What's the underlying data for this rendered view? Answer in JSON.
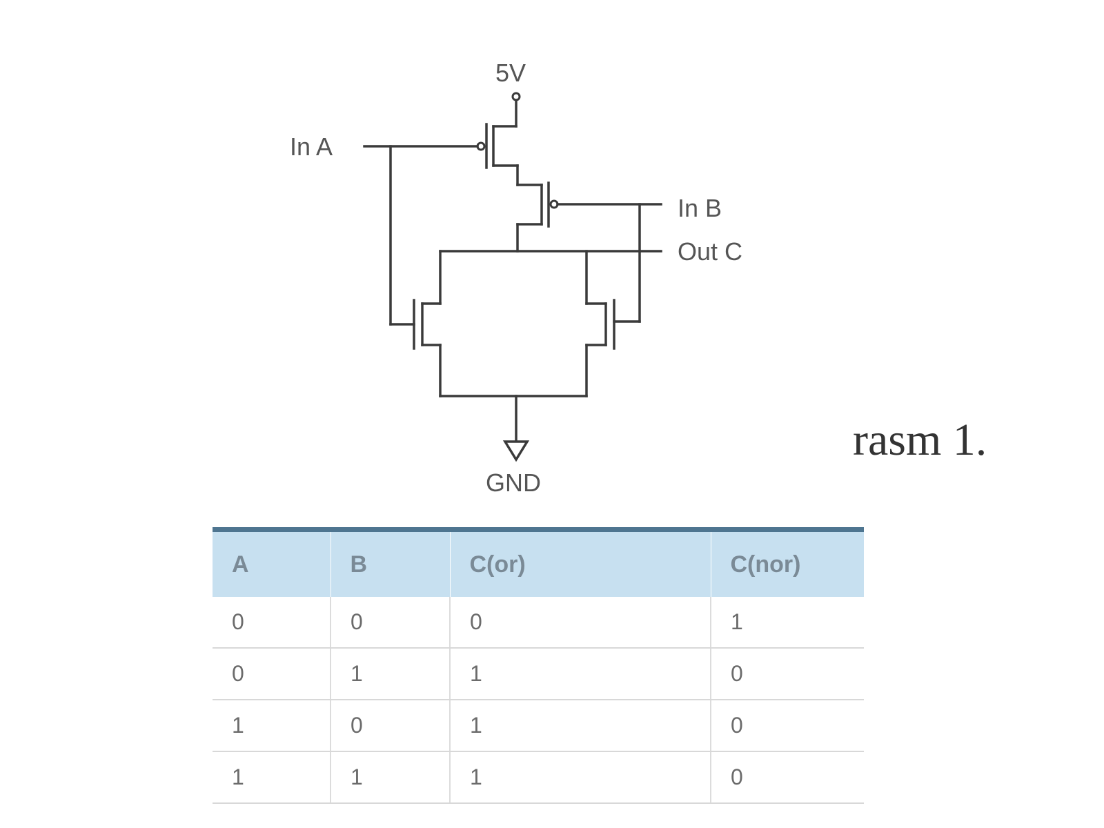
{
  "circuit": {
    "supply_label": "5V",
    "ground_label": "GND",
    "input_a_label": "In A",
    "input_b_label": "In B",
    "output_label": "Out C"
  },
  "caption": "rasm 1.",
  "table": {
    "headers": [
      "A",
      "B",
      "C(or)",
      "C(nor)"
    ],
    "rows": [
      [
        "0",
        "0",
        "0",
        "1"
      ],
      [
        "0",
        "1",
        "1",
        "0"
      ],
      [
        "1",
        "0",
        "1",
        "0"
      ],
      [
        "1",
        "1",
        "1",
        "0"
      ]
    ]
  }
}
